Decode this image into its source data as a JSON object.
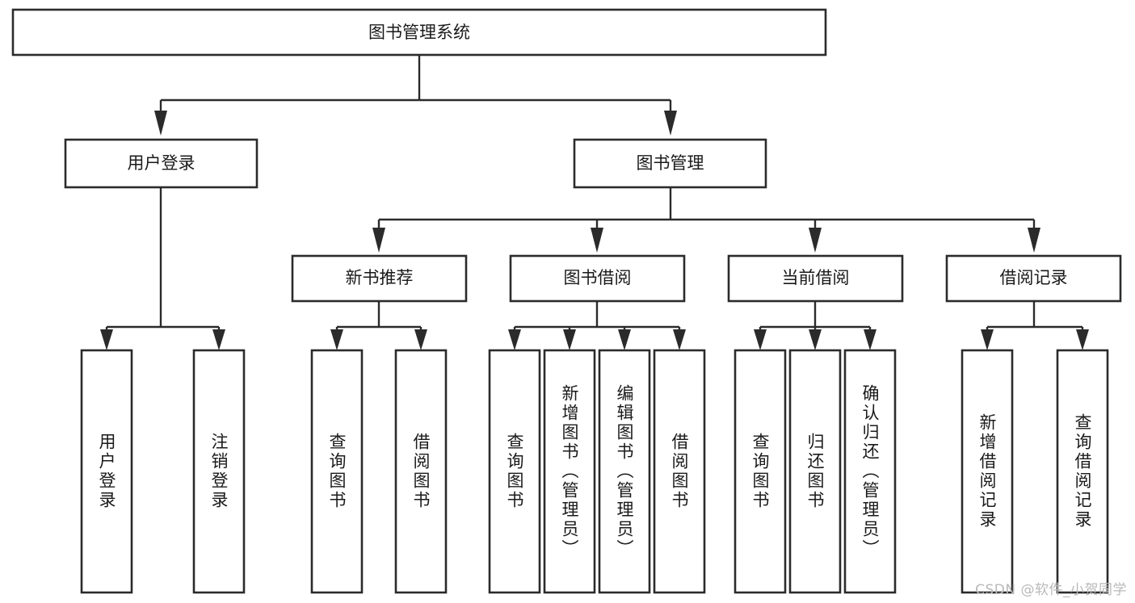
{
  "diagram": {
    "title": "图书管理系统",
    "type": "tree-hierarchy",
    "root": {
      "label": "图书管理系统"
    },
    "level2": [
      {
        "label": "用户登录"
      },
      {
        "label": "图书管理"
      }
    ],
    "level3": [
      {
        "label": "新书推荐"
      },
      {
        "label": "图书借阅"
      },
      {
        "label": "当前借阅"
      },
      {
        "label": "借阅记录"
      }
    ],
    "leaves": {
      "user_login": [
        {
          "label": "用户登录"
        },
        {
          "label": "注销登录"
        }
      ],
      "new_book_recommend": [
        {
          "label": "查询图书"
        },
        {
          "label": "借阅图书"
        }
      ],
      "book_borrow": [
        {
          "label": "查询图书"
        },
        {
          "label": "新增图书（管理员）"
        },
        {
          "label": "编辑图书（管理员）"
        },
        {
          "label": "借阅图书"
        }
      ],
      "current_borrow": [
        {
          "label": "查询图书"
        },
        {
          "label": "归还图书"
        },
        {
          "label": "确认归还（管理员）"
        }
      ],
      "borrow_record": [
        {
          "label": "新增借阅记录"
        },
        {
          "label": "查询借阅记录"
        }
      ]
    }
  },
  "watermark": {
    "text": "CSDN @软件_小贺同学"
  },
  "colors": {
    "box_stroke": "#2b2b2b",
    "box_fill": "#ffffff",
    "text": "#1a1a1a",
    "watermark": "#b9b9b9",
    "background": "#ffffff"
  }
}
